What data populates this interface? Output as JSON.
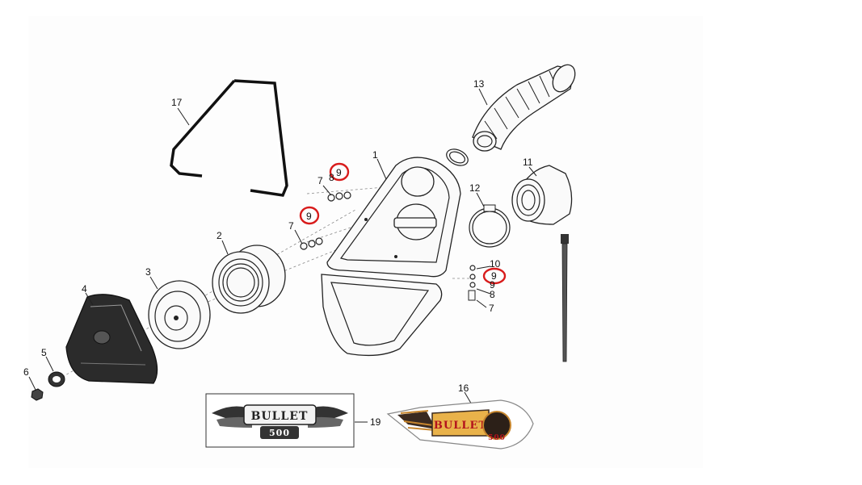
{
  "diagram": {
    "highlight_color": "#d81b1b",
    "callouts": {
      "c1": "1",
      "c2": "2",
      "c3": "3",
      "c4": "4",
      "c5": "5",
      "c6": "6",
      "c7a": "7",
      "c7b": "7",
      "c7c": "7",
      "c8a": "8",
      "c8b": "8",
      "c9a": "9",
      "c9b": "9",
      "c9c": "9",
      "c9d": "9",
      "c10": "10",
      "c11": "11",
      "c12": "12",
      "c13": "13",
      "c16": "16",
      "c17": "17",
      "c19": "19"
    },
    "badges": {
      "left": {
        "word": "BULLET",
        "number": "500"
      },
      "right": {
        "word": "BULLET",
        "number": "500"
      }
    }
  }
}
